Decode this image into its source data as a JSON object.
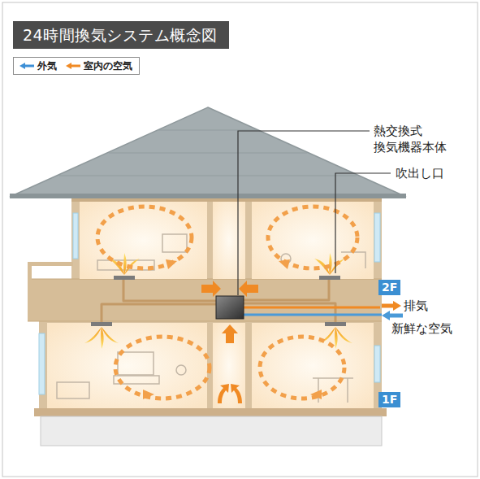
{
  "diagram": {
    "title": "24時間換気システム概念図",
    "nodes": [
      {
        "text": [
          "2F"
        ]
      },
      {
        "text": [
          "1F"
        ]
      }
    ],
    "labels": [
      "熱交換式 換気機器本体",
      "吹出し口",
      "排気",
      "新鮮な空気"
    ],
    "legend": [
      {
        "text": "外気"
      },
      {
        "text": "室内の空気"
      }
    ]
  }
}
